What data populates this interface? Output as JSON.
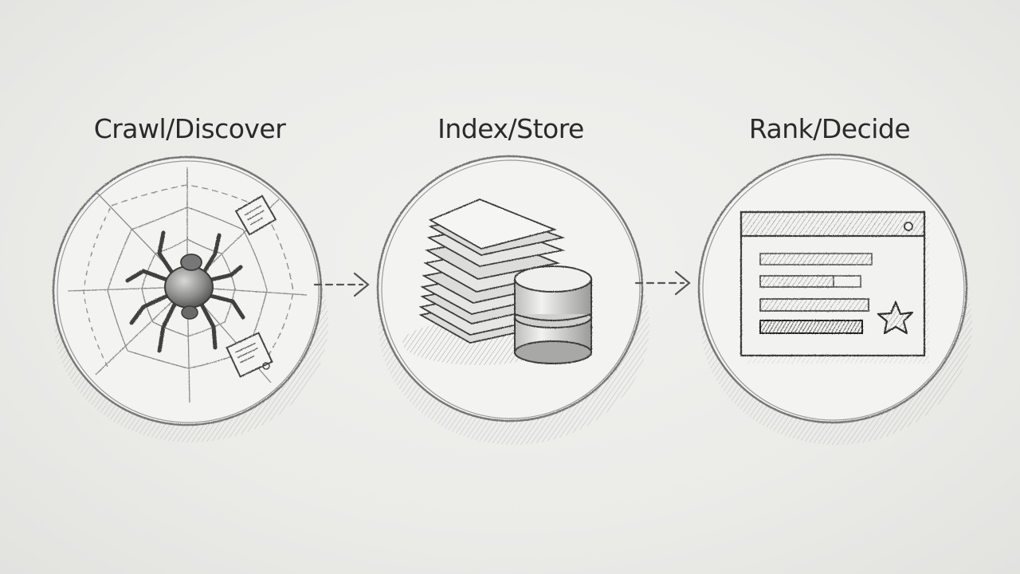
{
  "diagram": {
    "title": "",
    "stages": [
      {
        "label": "Crawl/Discover",
        "icon": "spider-web-icon"
      },
      {
        "label": "Index/Store",
        "icon": "document-stack-database-icon"
      },
      {
        "label": "Rank/Decide",
        "icon": "ranked-results-window-icon"
      }
    ],
    "connectors": [
      {
        "from": "Crawl/Discover",
        "to": "Index/Store",
        "style": "dashed-arrow"
      },
      {
        "from": "Index/Store",
        "to": "Rank/Decide",
        "style": "dashed-arrow"
      }
    ],
    "colors": {
      "paper": "#ececea",
      "ink": "#2a2a2a",
      "graphite": "#7a7a7a"
    }
  }
}
